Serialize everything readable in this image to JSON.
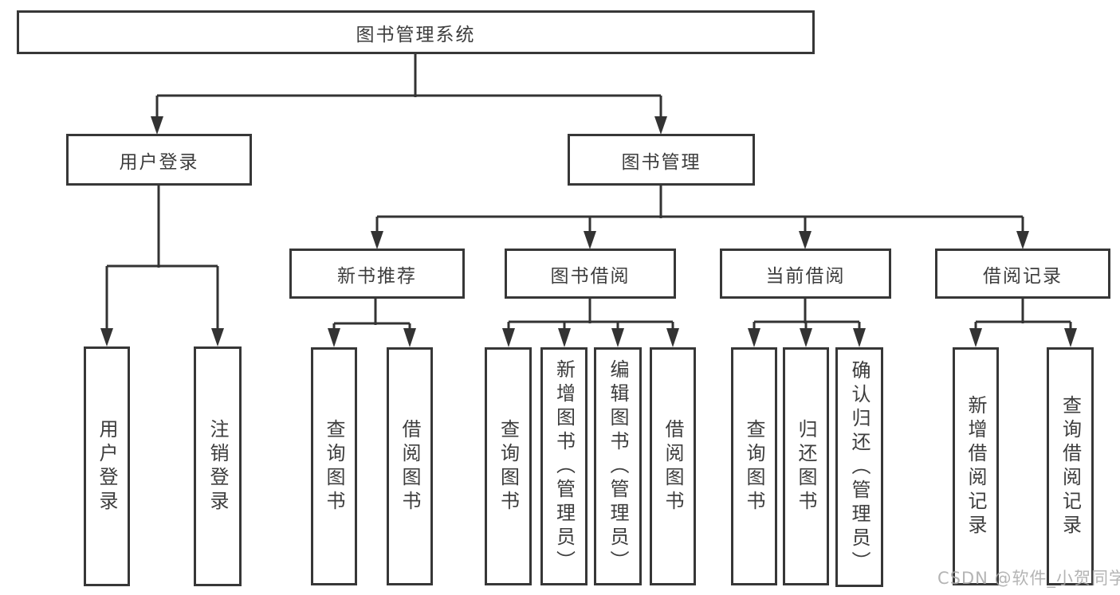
{
  "diagram": {
    "colors": {
      "background": "#ffffff",
      "box_border": "#373737",
      "connector_line": "#333333",
      "text": "#3d3d3d",
      "watermark": "#a8a8a8"
    },
    "nodes": {
      "root": {
        "label": "图书管理系统"
      },
      "user_login": {
        "label": "用户登录",
        "children": [
          {
            "label": "用户登录"
          },
          {
            "label": "注销登录"
          }
        ]
      },
      "book_mgmt": {
        "label": "图书管理",
        "children": [
          {
            "label": "新书推荐",
            "children": [
              {
                "label": "查询图书"
              },
              {
                "label": "借阅图书"
              }
            ]
          },
          {
            "label": "图书借阅",
            "children": [
              {
                "label": "查询图书"
              },
              {
                "label": "新增图书（管理员）"
              },
              {
                "label": "编辑图书（管理员）"
              },
              {
                "label": "借阅图书"
              }
            ]
          },
          {
            "label": "当前借阅",
            "children": [
              {
                "label": "查询图书"
              },
              {
                "label": "归还图书"
              },
              {
                "label": "确认归还（管理员）"
              }
            ]
          },
          {
            "label": "借阅记录",
            "children": [
              {
                "label": "新增借阅记录"
              },
              {
                "label": "查询借阅记录"
              }
            ]
          }
        ]
      }
    },
    "watermark": {
      "text": "CSDN @软件_小贺同学"
    }
  }
}
